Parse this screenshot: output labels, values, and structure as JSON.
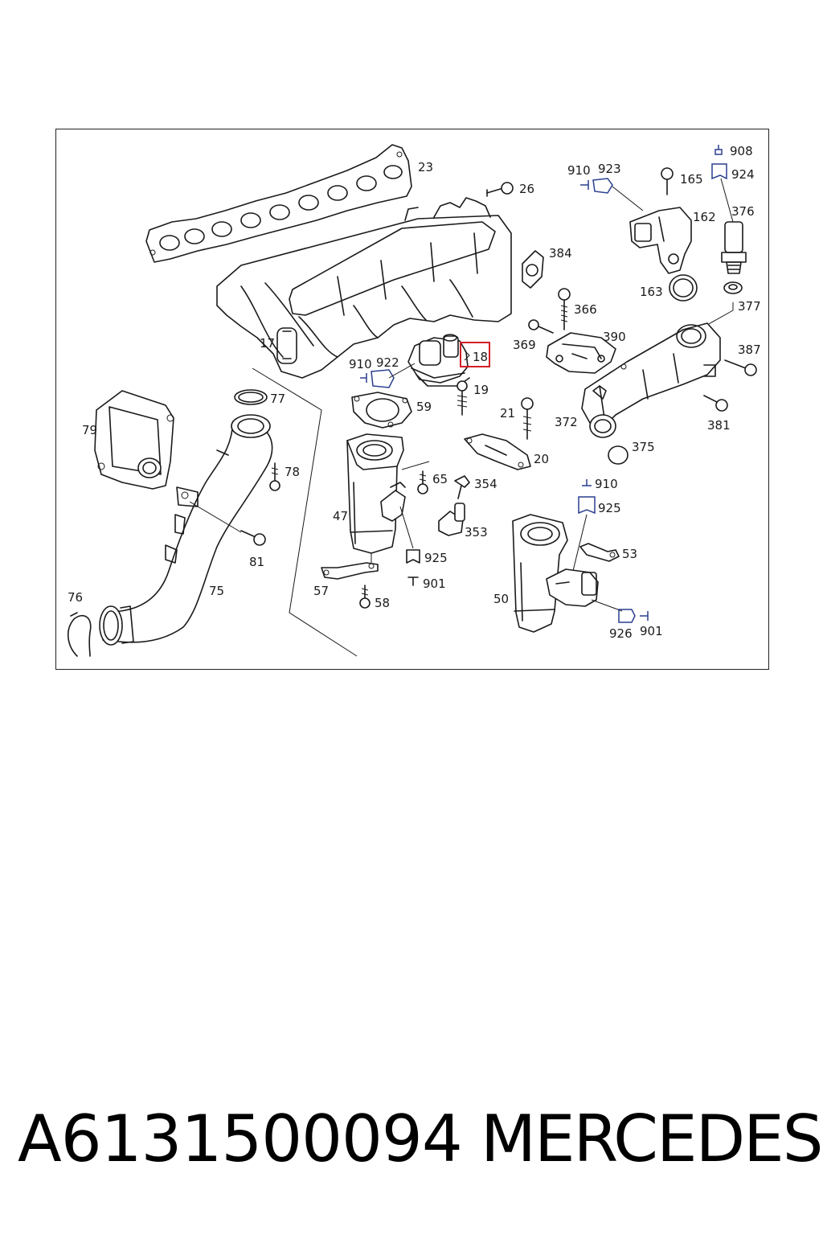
{
  "footer": {
    "part_number": "A6131500094",
    "brand": "MERCEDES"
  },
  "callouts": {
    "c23": "23",
    "c26": "26",
    "c910a": "910",
    "c923": "923",
    "c165": "165",
    "c908": "908",
    "c924": "924",
    "c162": "162",
    "c376": "376",
    "c384": "384",
    "c163": "163",
    "c377": "377",
    "c366": "366",
    "c390": "390",
    "c369": "369",
    "c387": "387",
    "c17": "17",
    "c910b": "910",
    "c922": "922",
    "c18": "18",
    "c19": "19",
    "c59": "59",
    "c77": "77",
    "c79": "79",
    "c21": "21",
    "c372": "372",
    "c381": "381",
    "c375": "375",
    "c20": "20",
    "c78": "78",
    "c65": "65",
    "c354": "354",
    "c910c": "910",
    "c925a": "925",
    "c47": "47",
    "c353": "353",
    "c81": "81",
    "c925b": "925",
    "c53": "53",
    "c901a": "901",
    "c76": "76",
    "c75": "75",
    "c57": "57",
    "c58": "58",
    "c50": "50",
    "c926": "926",
    "c901b": "901"
  },
  "colors": {
    "line": "#1a1a1a",
    "connector_blue": "#2a3f8f",
    "highlight_red": "#d32027"
  }
}
